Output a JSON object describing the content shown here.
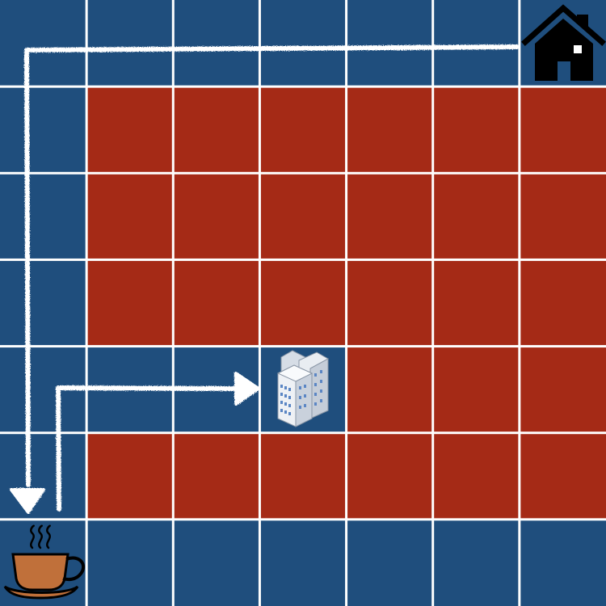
{
  "grid": {
    "rows": 7,
    "cols": 7,
    "cells": [
      [
        "blue",
        "blue",
        "blue",
        "blue",
        "blue",
        "blue",
        "blue"
      ],
      [
        "blue",
        "red",
        "red",
        "red",
        "red",
        "red",
        "red"
      ],
      [
        "blue",
        "red",
        "red",
        "red",
        "red",
        "red",
        "red"
      ],
      [
        "blue",
        "red",
        "red",
        "red",
        "red",
        "red",
        "red"
      ],
      [
        "blue",
        "blue",
        "blue",
        "blue",
        "red",
        "red",
        "red"
      ],
      [
        "blue",
        "red",
        "red",
        "red",
        "red",
        "red",
        "red"
      ],
      [
        "blue",
        "blue",
        "blue",
        "blue",
        "blue",
        "blue",
        "blue"
      ]
    ]
  },
  "colors": {
    "blue": "#1f4e7d",
    "red": "#a52a16",
    "gridline": "#ffffff",
    "chalk": "#ffffff",
    "cup": "#c0703a"
  },
  "icons": {
    "home": "house-icon",
    "cafe": "coffee-cup-icon",
    "office": "office-building-icon"
  },
  "routes": [
    {
      "name": "home-to-cafe",
      "from": "home",
      "to": "cafe"
    },
    {
      "name": "cafe-to-office",
      "from": "cafe",
      "to": "office"
    }
  ]
}
